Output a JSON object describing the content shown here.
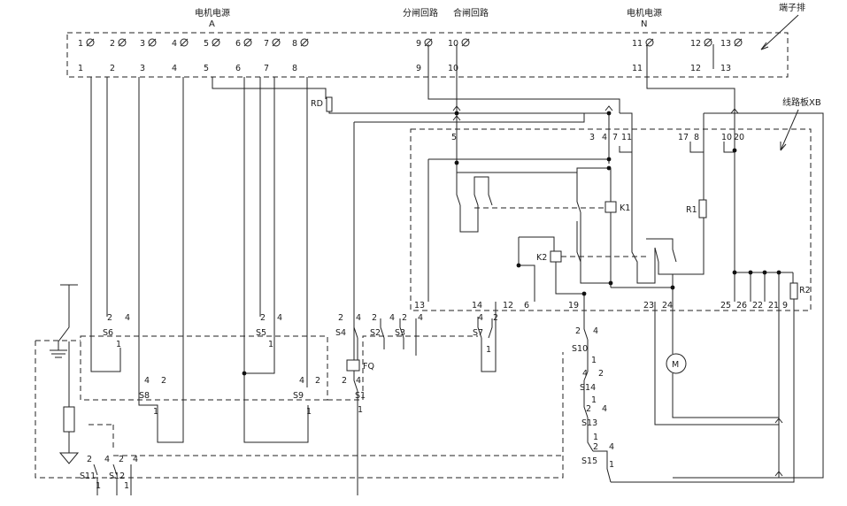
{
  "titles": {
    "motor_power_a": "电机电源",
    "phase_a": "A",
    "open_circuit": "分闸回路",
    "close_circuit": "合闸回路",
    "motor_power_n": "电机电源",
    "phase_n": "N",
    "terminal_strip": "端子排",
    "circuit_board": "线路板XB"
  },
  "terminals": [
    "1",
    "2",
    "3",
    "4",
    "5",
    "6",
    "7",
    "8",
    "9",
    "10",
    "11",
    "12",
    "13"
  ],
  "board_pins": {
    "p5": "5",
    "p3": "3",
    "p4": "4",
    "p7": "7",
    "p11": "11",
    "p17": "17",
    "p8": "8",
    "p10": "10",
    "p20": "20",
    "p13": "13",
    "p14": "14",
    "p12": "12",
    "p6": "6",
    "p19": "19",
    "p23": "23",
    "p24": "24",
    "p25": "25",
    "p26": "26",
    "p22": "22",
    "p21": "21",
    "p9": "9"
  },
  "components": {
    "rd": "RD",
    "k1": "K1",
    "k2": "K2",
    "r1": "R1",
    "r2": "R2",
    "fq": "FQ",
    "m": "M"
  },
  "switches": {
    "s1": "S1",
    "s2": "S2",
    "s3": "S3",
    "s4": "S4",
    "s5": "S5",
    "s6": "S6",
    "s7": "S7",
    "s8": "S8",
    "s9": "S9",
    "s10": "S10",
    "s11": "S11",
    "s12": "S12",
    "s13": "S13",
    "s14": "S14",
    "s15": "S15"
  },
  "contact_nums": {
    "n1": "1",
    "n2": "2",
    "n4": "4"
  }
}
